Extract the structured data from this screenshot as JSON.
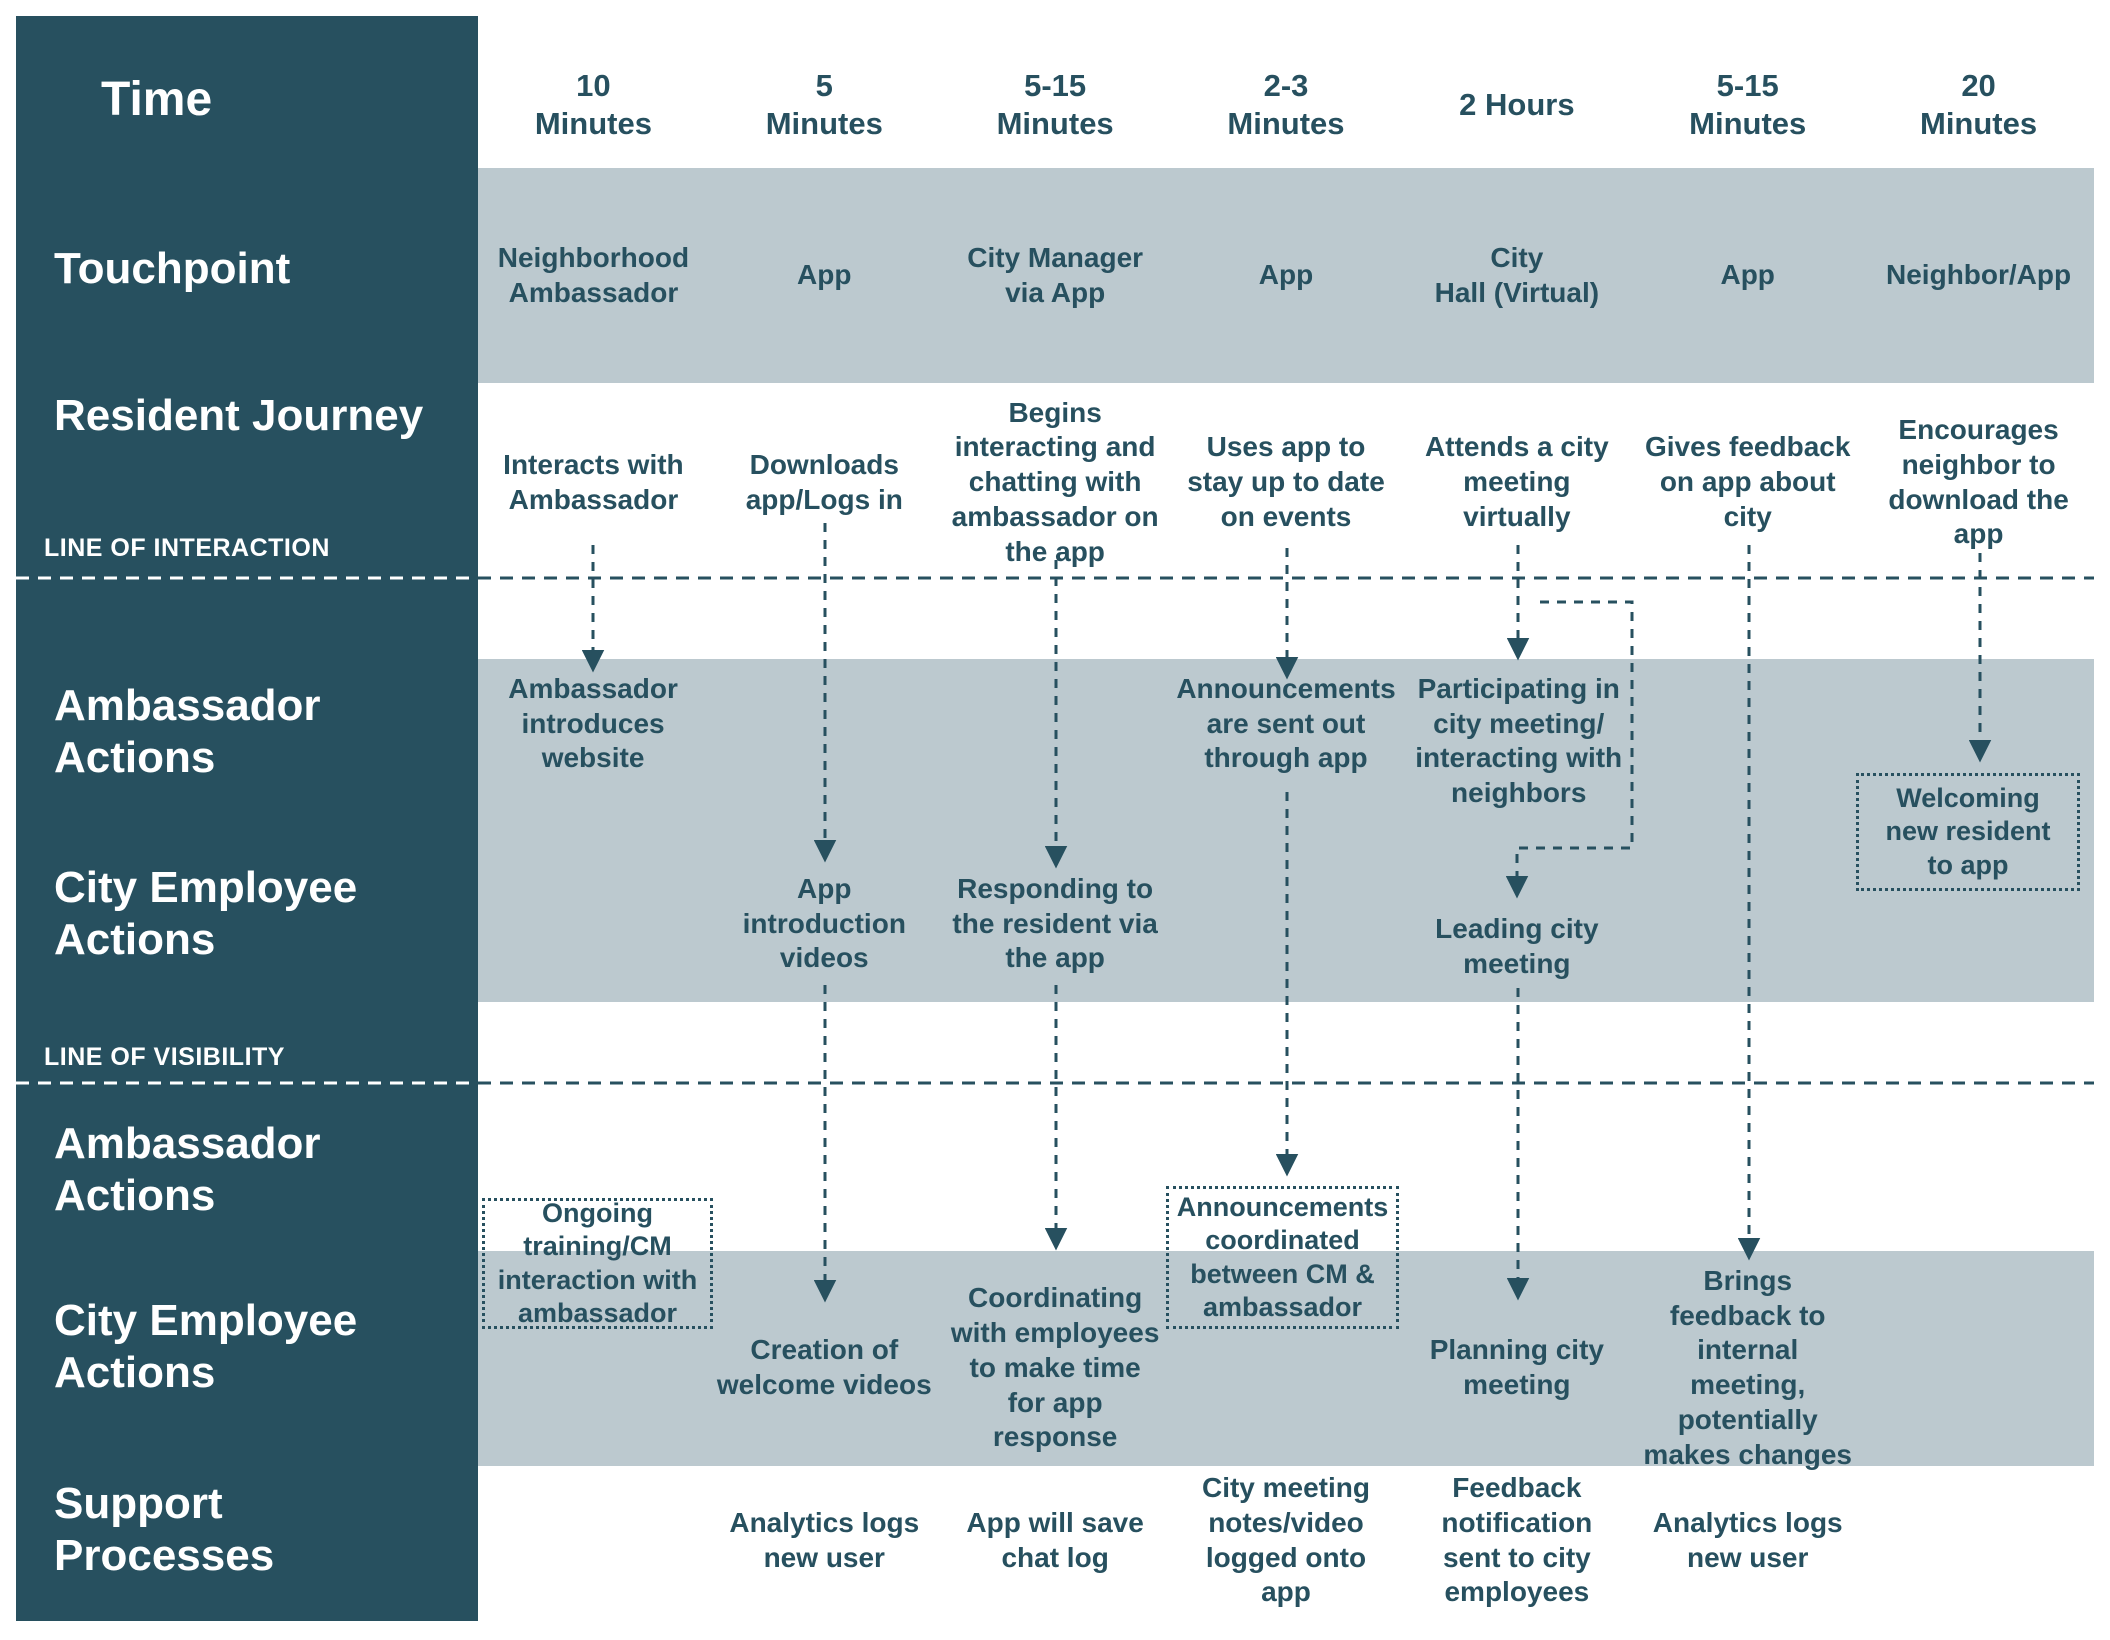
{
  "colors": {
    "sidebar_bg": "#27505f",
    "band_bg": "#bcc9cf",
    "text": "#27505f",
    "sidebar_text": "#ffffff"
  },
  "sidebar": {
    "time_label": "Time",
    "touchpoint_label": "Touchpoint",
    "resident_journey_label": "Resident Journey",
    "line_of_interaction_label": "LINE OF INTERACTION",
    "frontstage_ambassador_label": "Ambassador Actions",
    "frontstage_city_employee_label": "City Employee Actions",
    "line_of_visibility_label": "LINE OF VISIBILITY",
    "backstage_ambassador_label": "Ambassador Actions",
    "backstage_city_employee_label": "City Employee Actions",
    "support_processes_label": "Support Processes"
  },
  "time_row": [
    "10\nMinutes",
    "5\nMinutes",
    "5-15\nMinutes",
    "2-3\nMinutes",
    "2 Hours",
    "5-15\nMinutes",
    "20\nMinutes"
  ],
  "touchpoint_row": [
    "Neighborhood Ambassador",
    "App",
    "City Manager via App",
    "App",
    "City\nHall (Virtual)",
    "App",
    "Neighbor/App"
  ],
  "resident_journey_row": [
    "Interacts with Ambassador",
    "Downloads app/Logs in",
    "Begins interacting and chatting with ambassador on the app",
    "Uses app to stay up to date on events",
    "Attends a city meeting virtually",
    "Gives feedback on app about city",
    "Encourages neighbor to download the app"
  ],
  "frontstage": {
    "ambassador_introduces_website": "Ambassador introduces website",
    "announcements_sent": "Announcements are sent out through app",
    "participating_city_meeting": "Participating in city meeting/ interacting with neighbors",
    "welcoming_new_resident": "Welcoming new resident to app",
    "app_introduction_videos": "App introduction videos",
    "responding_to_resident": "Responding to the resident via the app",
    "leading_city_meeting": "Leading city meeting"
  },
  "backstage": {
    "ongoing_training": "Ongoing training/CM interaction with ambassador",
    "announcements_coordinated": "Announcements coordinated between CM & ambassador",
    "creation_welcome_videos": "Creation of welcome videos",
    "coordinating_with_employees": "Coordinating with employees to make time for app response",
    "planning_city_meeting": "Planning city meeting",
    "brings_feedback": "Brings feedback to internal meeting, potentially makes changes"
  },
  "support": {
    "analytics_logs_new_user_1": "Analytics logs new user",
    "app_saves_chat_log": "App will save chat log",
    "city_meeting_notes": "City meeting notes/video logged onto app",
    "feedback_notification": "Feedback notification sent to city employees",
    "analytics_logs_new_user_2": "Analytics logs new user"
  }
}
